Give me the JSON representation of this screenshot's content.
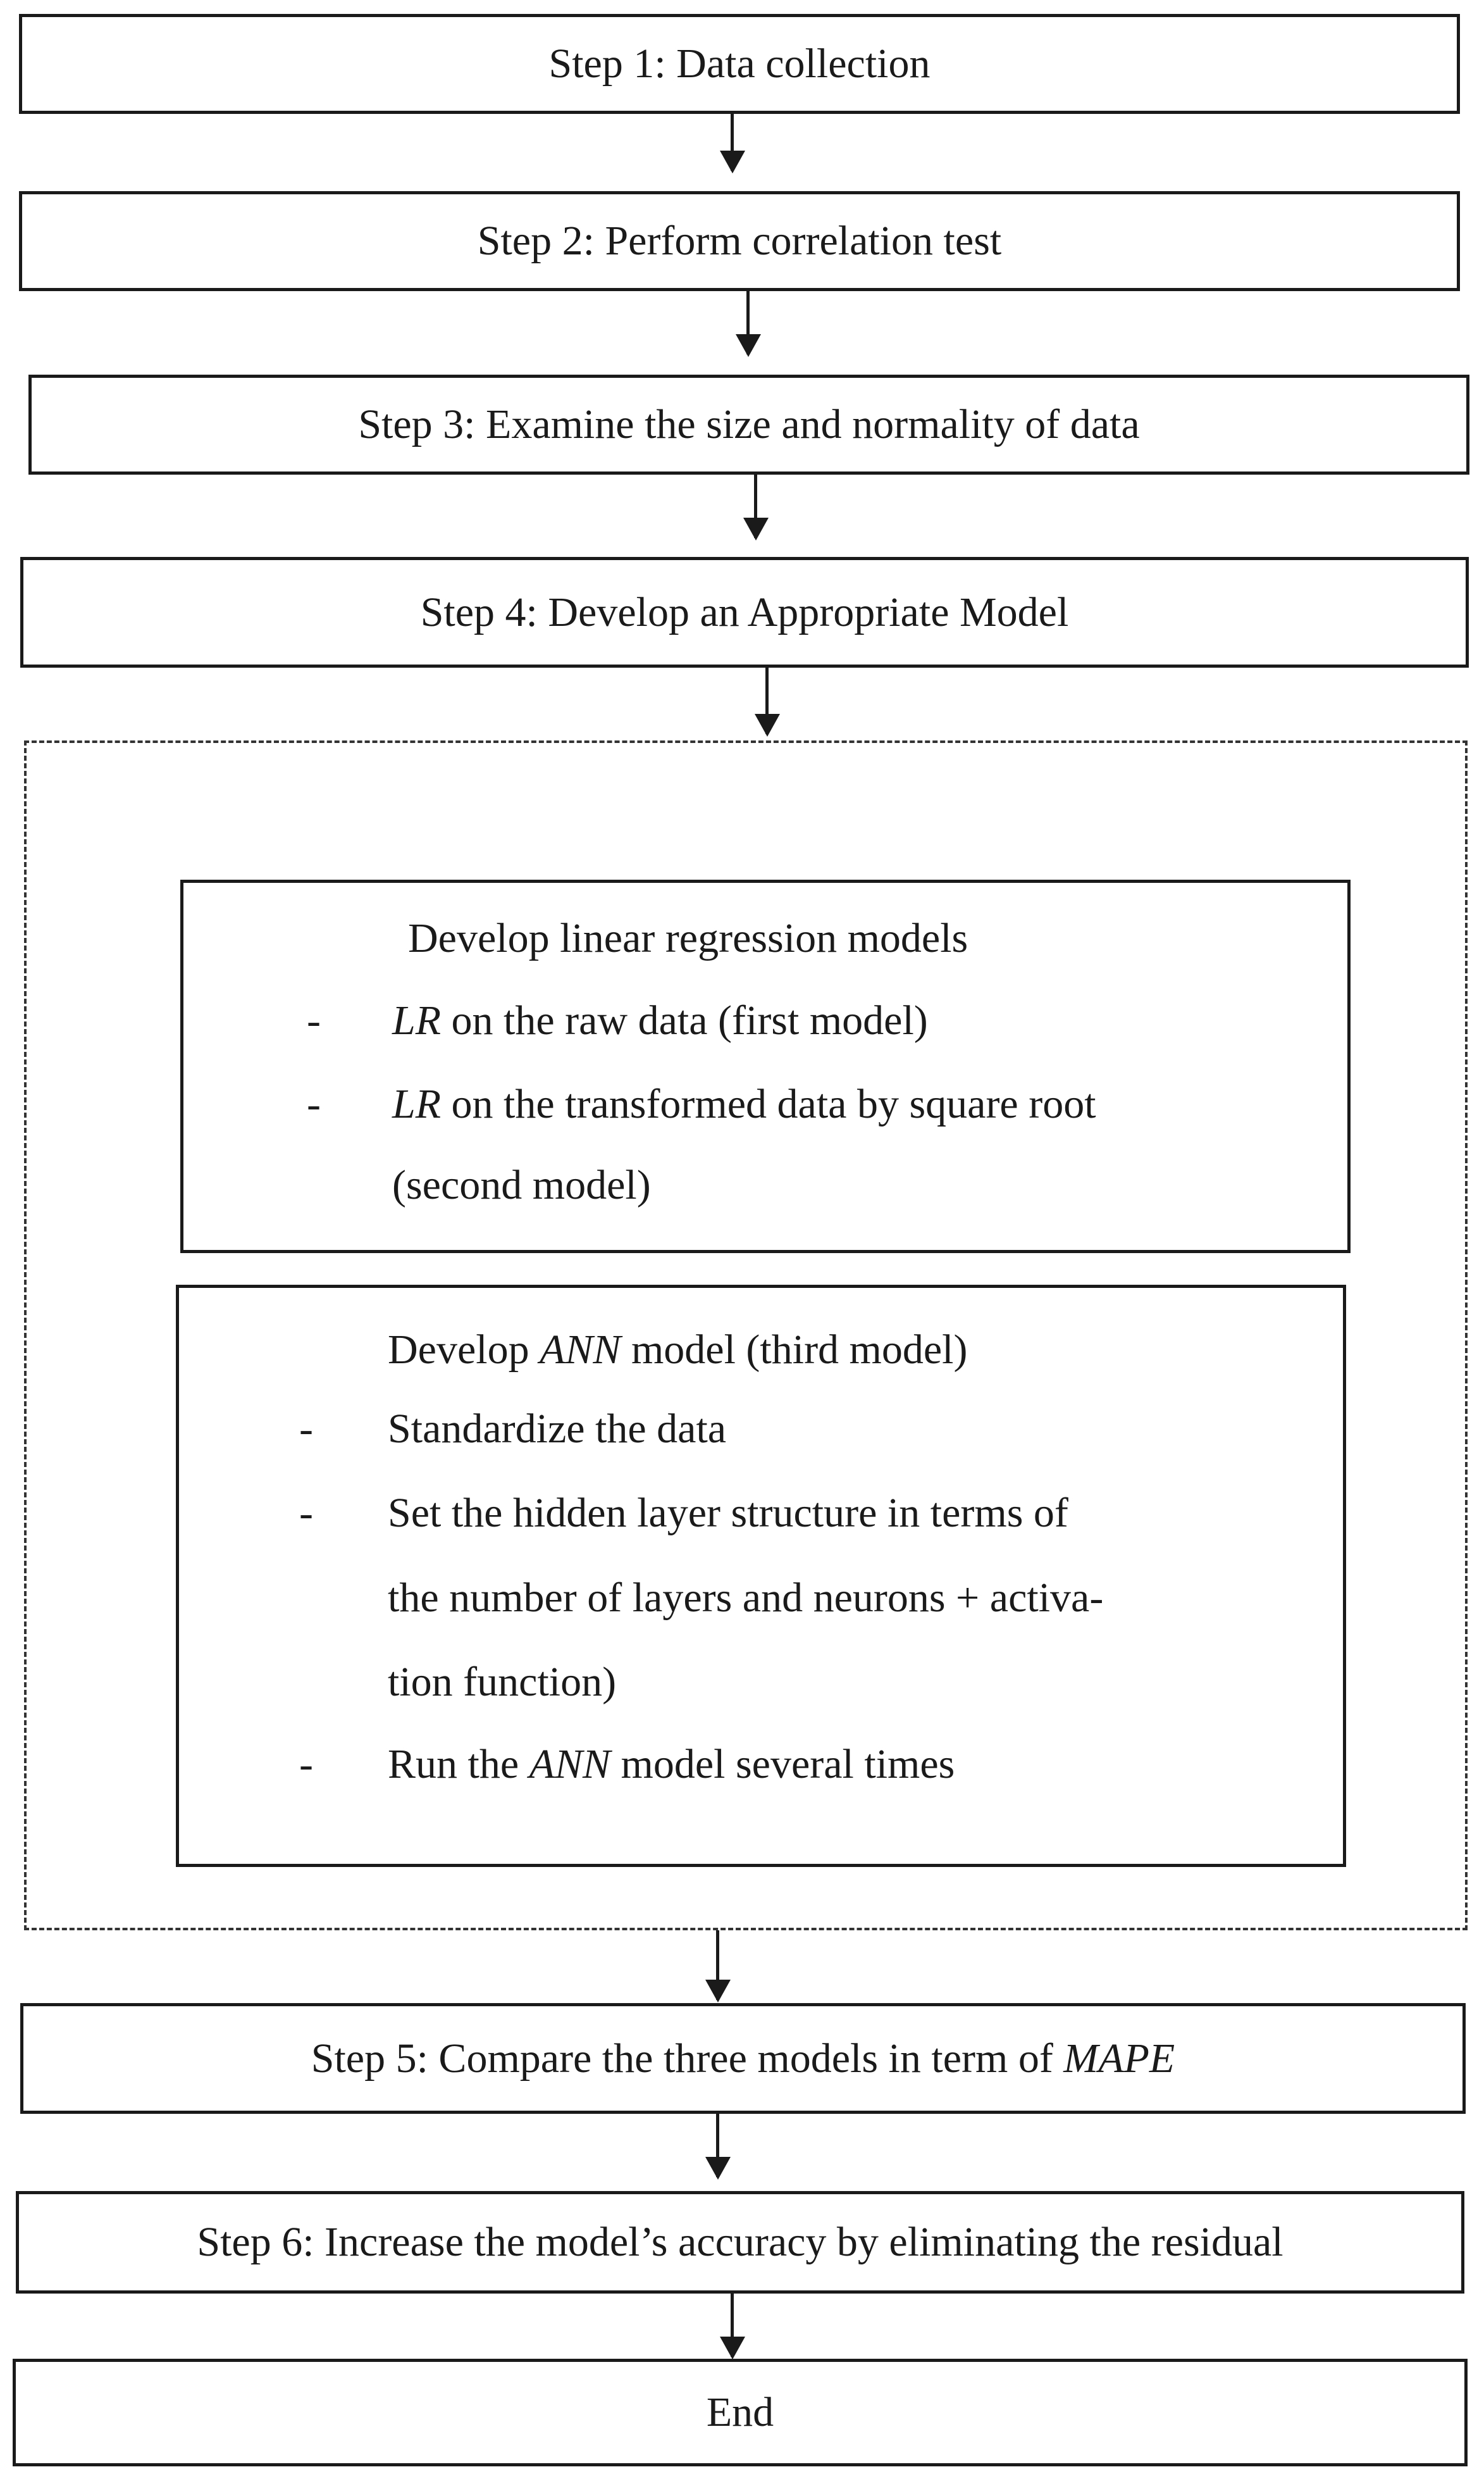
{
  "steps": {
    "step1": "Step 1: Data collection",
    "step2": "Step 2: Perform correlation test",
    "step3": "Step 3: Examine the size and normality of data",
    "step4": "Step 4: Develop an Appropriate Model",
    "step5_prefix": "Step 5: Compare the three models in term of ",
    "step5_em": "MAPE",
    "step6": "Step 6: Increase the model’s accuracy by eliminating the residual",
    "end": "End"
  },
  "lr_box": {
    "title": "Develop linear regression models",
    "dash": "-",
    "item1_em": "LR",
    "item1_rest": " on the raw data (first model)",
    "item2_em": "LR",
    "item2_rest": " on the transformed data by square root",
    "item2_cont": "(second model)"
  },
  "ann_box": {
    "title_pre": "Develop ",
    "title_em": "ANN",
    "title_post": " model (third model)",
    "dash": "-",
    "item1": "Standardize the data",
    "item2_l1": "Set the hidden layer structure in terms of",
    "item2_l2": "the number of layers and neurons + activa-",
    "item2_l3": "tion function)",
    "item3_pre": "Run the ",
    "item3_em": "ANN",
    "item3_post": " model several times"
  }
}
